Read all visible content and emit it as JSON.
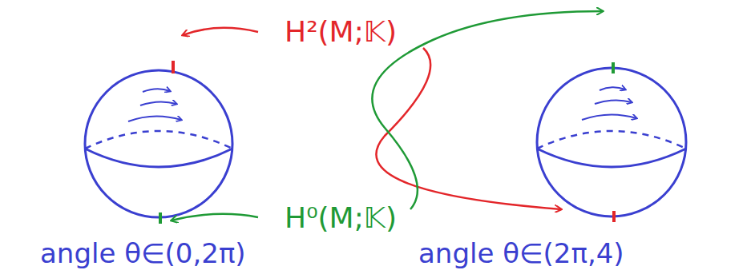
{
  "diagram": {
    "labels": [
      "H²(M;𝕂)",
      "H⁰(M;𝕂)",
      "angle θ∈(0,2π)",
      "angle θ∈(2π,4)"
    ]
  }
}
